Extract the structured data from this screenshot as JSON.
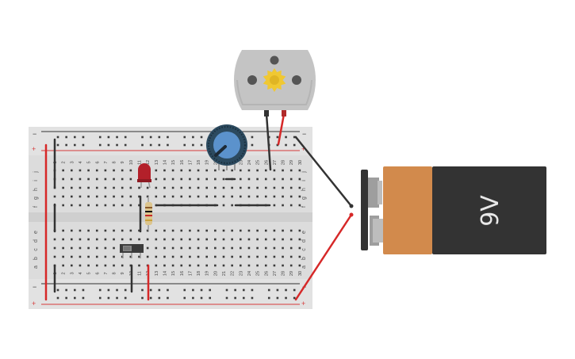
{
  "canvas": {
    "background": "#ffffff"
  },
  "breadboard": {
    "rail_signs": {
      "minus": "−",
      "plus": "+"
    },
    "columns": [
      "1",
      "2",
      "3",
      "4",
      "5",
      "6",
      "7",
      "8",
      "9",
      "10",
      "11",
      "12",
      "13",
      "14",
      "15",
      "16",
      "17",
      "18",
      "19",
      "20",
      "21",
      "22",
      "23",
      "24",
      "25",
      "26",
      "27",
      "28",
      "29",
      "30"
    ],
    "rows_top": [
      "j",
      "i",
      "h",
      "g",
      "f"
    ],
    "rows_bottom": [
      "e",
      "d",
      "c",
      "b",
      "a"
    ],
    "colors": {
      "board": "#dcdcdc",
      "hole": "#3a3a3a",
      "plus_rail": "#d63b3b",
      "minus_rail": "#333333"
    }
  },
  "battery": {
    "label": "9V",
    "colors": {
      "body": "#333333",
      "band": "#d28a4c",
      "terminal": "#b0b0b0"
    }
  },
  "components": {
    "led_color": "#b3202a",
    "potentiometer_color": "#5b92cc",
    "motor_color": "#c4c4c4",
    "motor_gear_color": "#f0c832",
    "switch_color": "#3b3b3b"
  },
  "wires": {
    "red": "#d62828",
    "black": "#333333"
  }
}
